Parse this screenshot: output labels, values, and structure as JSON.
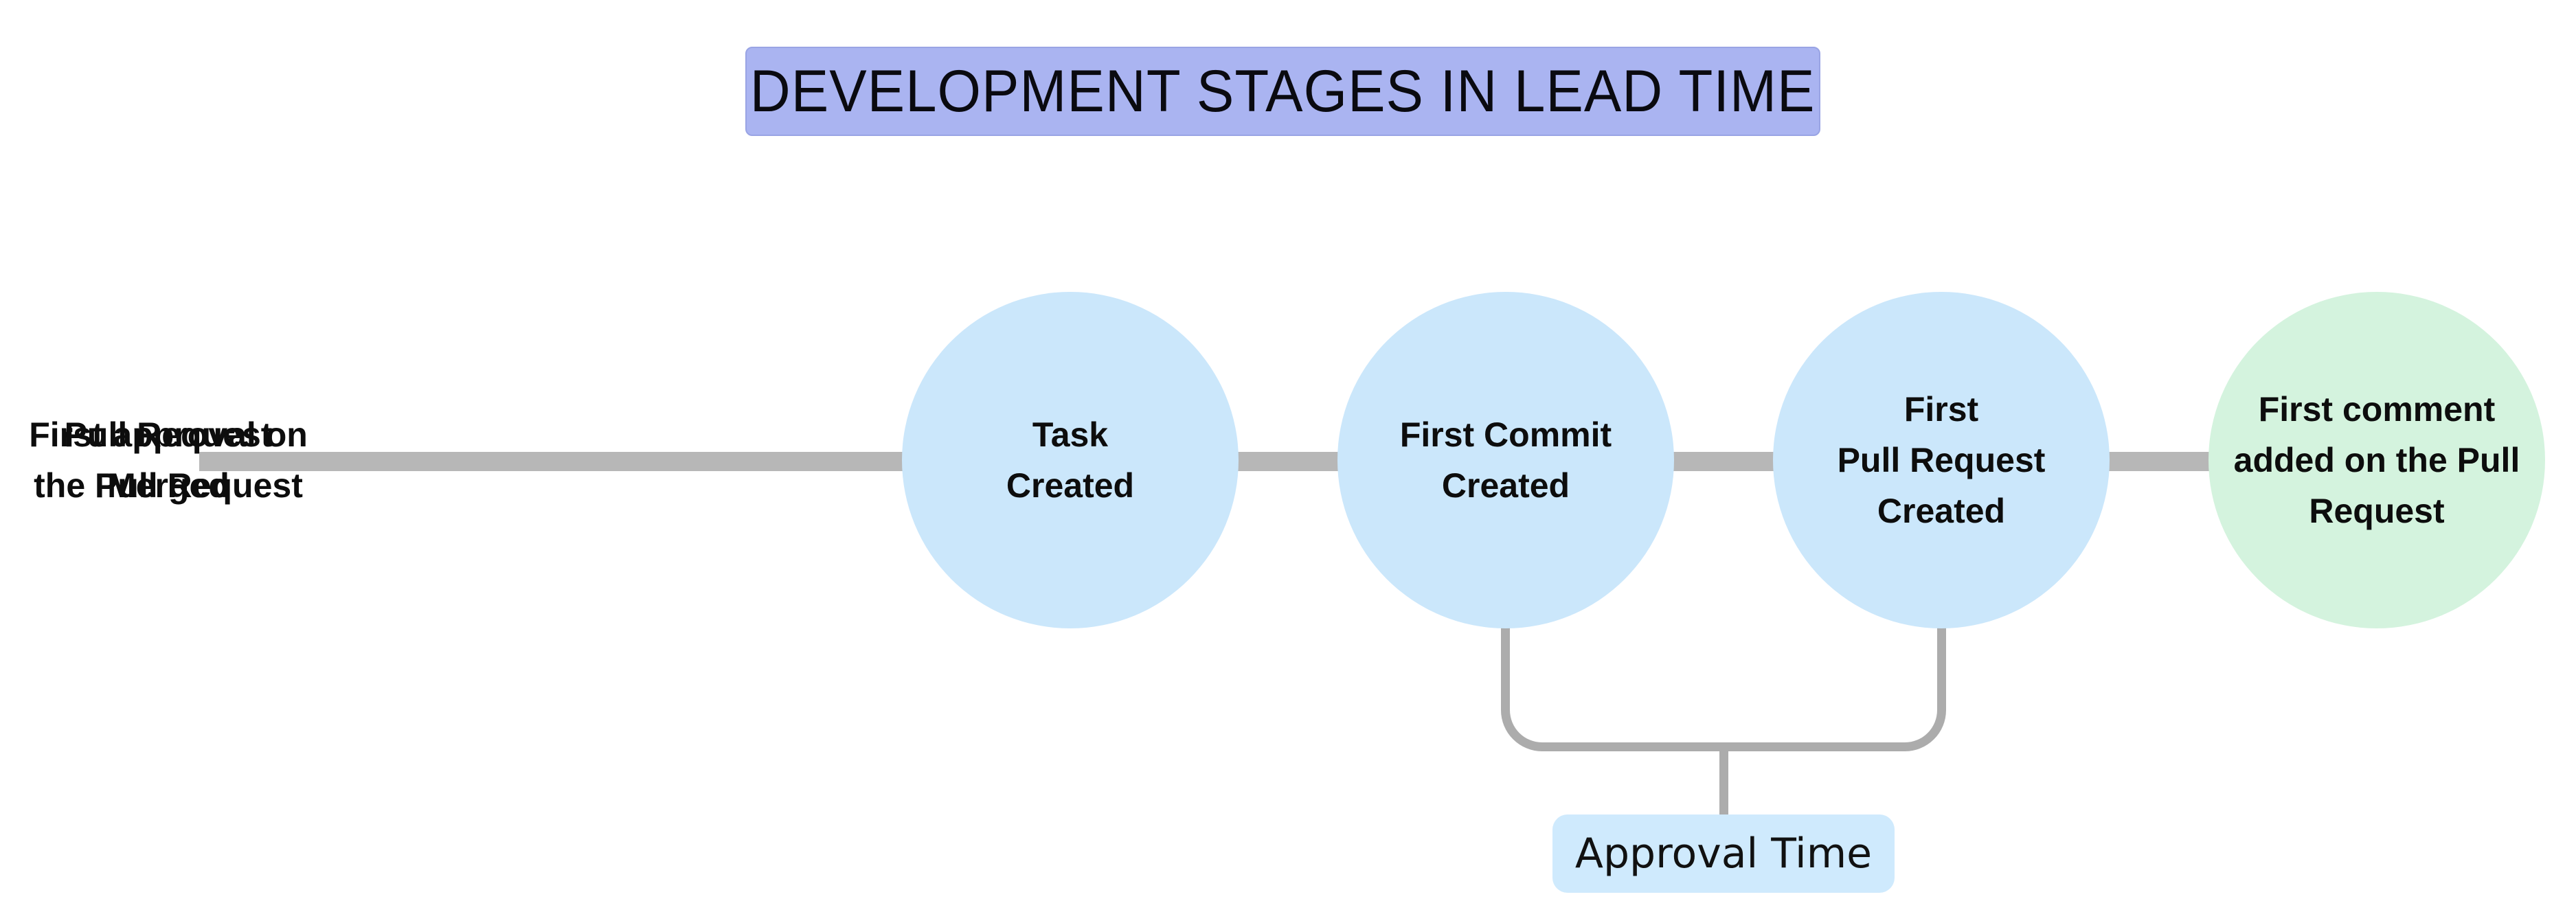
{
  "title": {
    "text": "DEVELOPMENT STAGES IN LEAD TIME",
    "background_color": "#aab4f1"
  },
  "diagram": {
    "type": "pipeline-flow",
    "direction": "left-to-right",
    "stages": [
      {
        "id": 1,
        "label": "Task\nCreated",
        "color": "#f2d2f8",
        "role": "start"
      },
      {
        "id": 2,
        "label": "First Commit\nCreated",
        "color": "#cbe7fb",
        "role": "middle"
      },
      {
        "id": 3,
        "label": "First\nPull Request\nCreated",
        "color": "#cbe7fb",
        "role": "middle"
      },
      {
        "id": 4,
        "label": "First comment\nadded on the Pull\nRequest",
        "color": "#cbe7fb",
        "role": "middle"
      },
      {
        "id": 5,
        "label": "First approval on\nthe Pull Request",
        "color": "#cbe7fb",
        "role": "middle"
      },
      {
        "id": 6,
        "label": "Pull Request\nMerged",
        "color": "#d4f3de",
        "role": "end"
      }
    ],
    "annotation": {
      "label": "Approval Time",
      "background_color": "#cfeafd",
      "spans_stages": [
        4,
        5
      ]
    },
    "colors": {
      "connector_line": "#b7b7b7",
      "bracket_line": "#acacac",
      "text": "#0d0d0d",
      "page_background": "#ffffff"
    }
  }
}
